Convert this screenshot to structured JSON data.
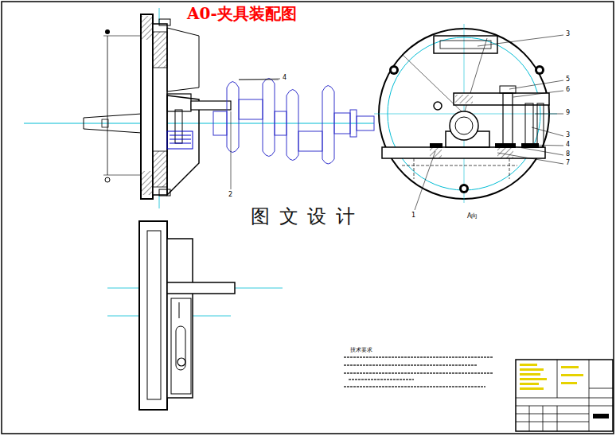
{
  "diagram": {
    "title": "A0-夹具装配图",
    "labels": [
      "图 文 设 计",
      "技术要求",
      "3",
      "5",
      "6",
      "9",
      "3",
      "4",
      "8",
      "7",
      "1",
      "A向",
      "4",
      "2"
    ]
  }
}
